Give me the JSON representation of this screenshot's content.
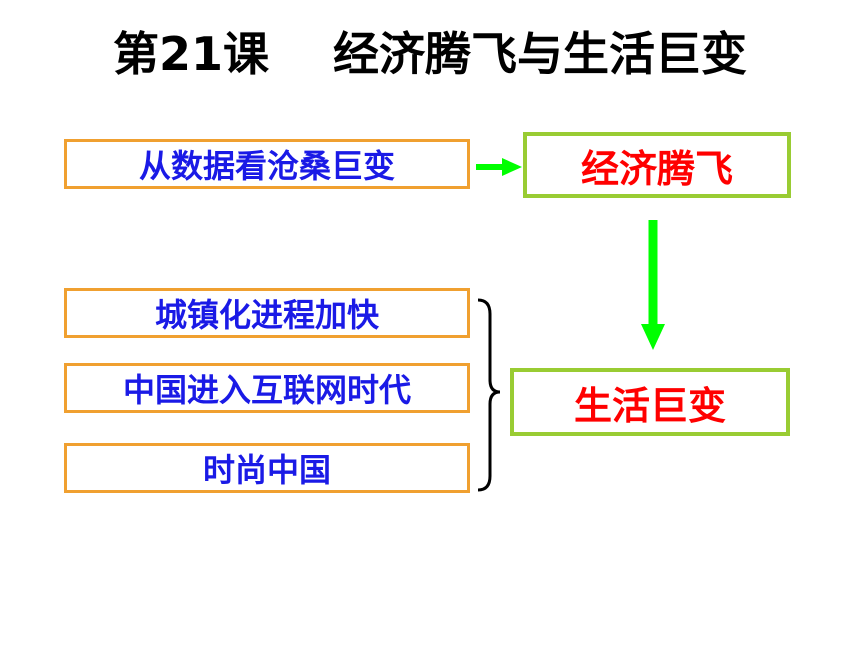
{
  "title": "第21课    经济腾飞与生活巨变",
  "top_row": {
    "source_box": "从数据看沧桑巨变",
    "target_box": "经济腾飞"
  },
  "bottom_row": {
    "items": [
      "城镇化进程加快",
      "中国进入互联网时代",
      "时尚中国"
    ],
    "result_box": "生活巨变"
  },
  "colors": {
    "orange_border": "#f0a030",
    "green_border": "#99cc33",
    "arrow_green": "#00ff00",
    "blue_text": "#1a1ae6",
    "red_text": "#ff0000"
  }
}
